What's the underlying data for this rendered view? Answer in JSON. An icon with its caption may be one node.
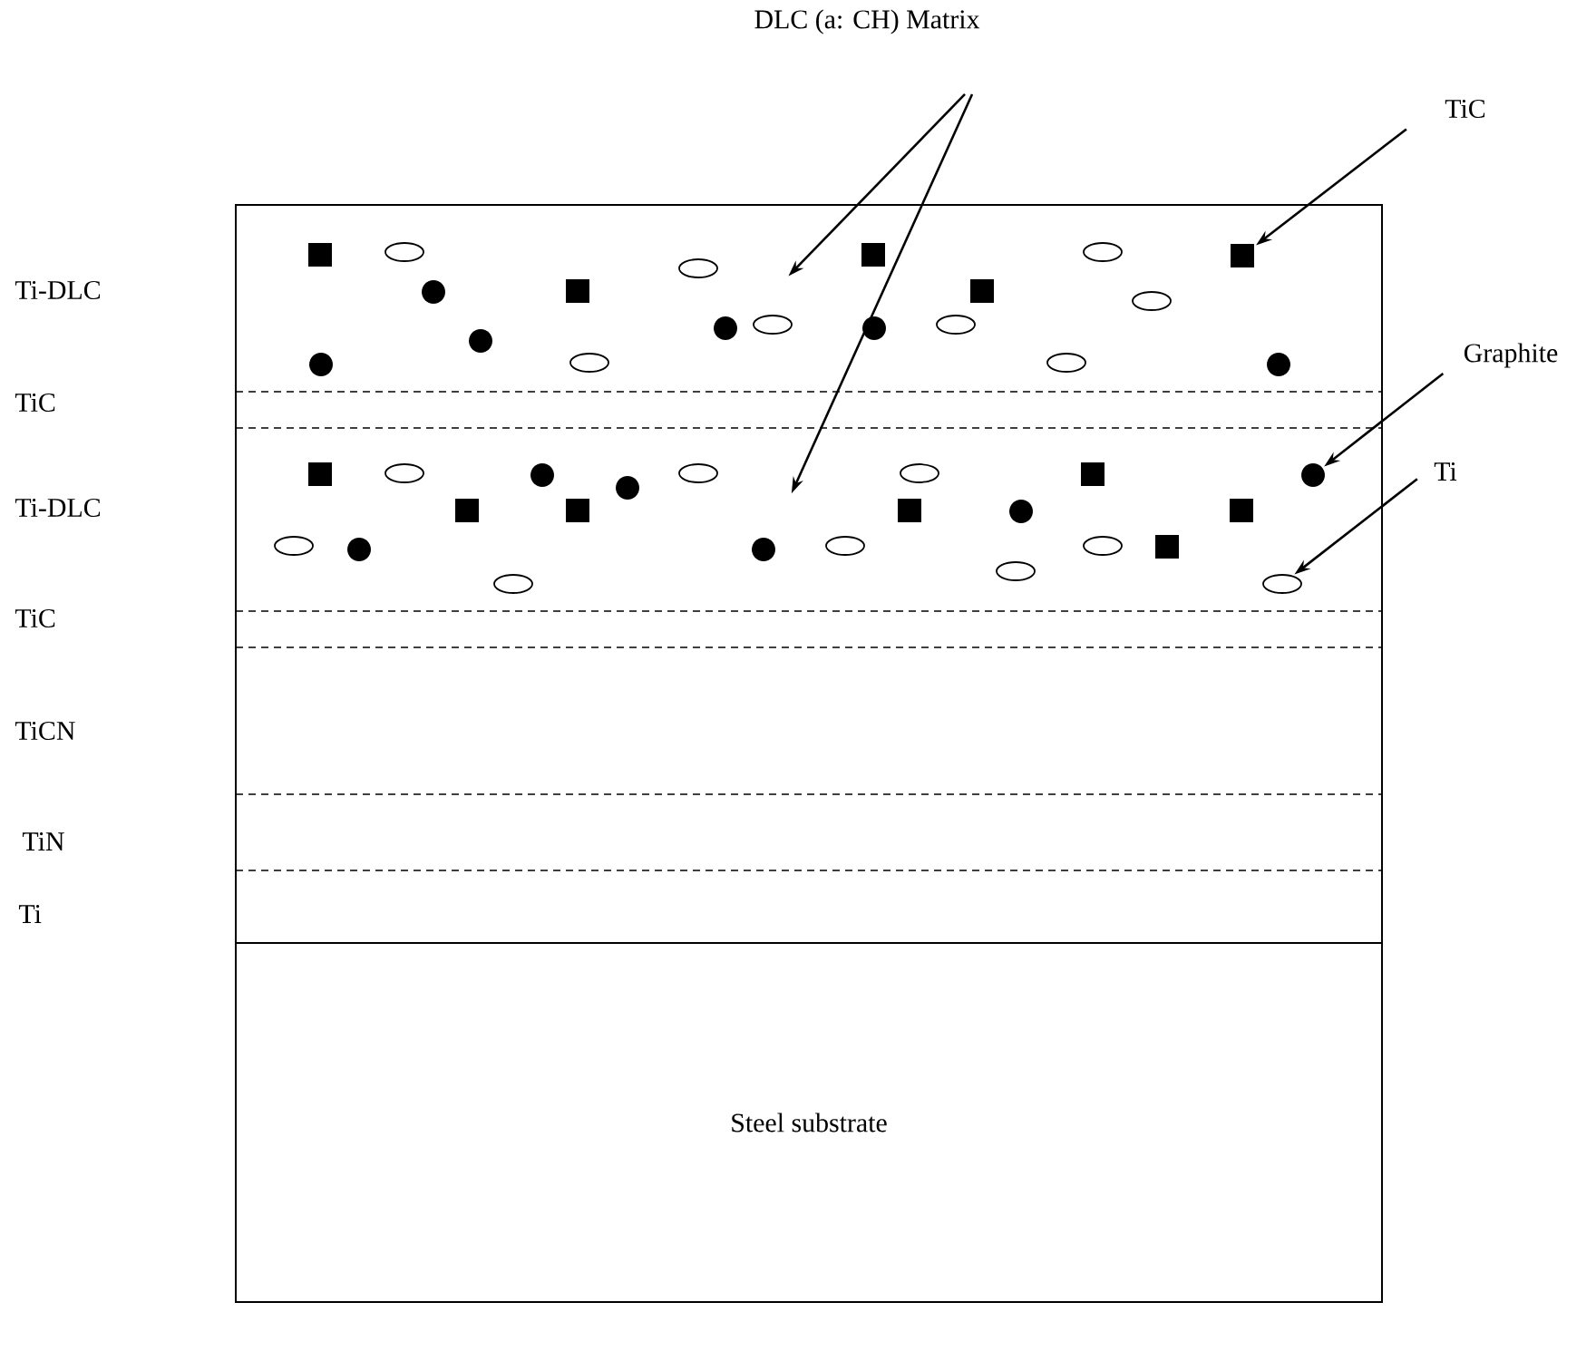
{
  "diagram": {
    "nodes": [
      {
        "text": [
          "DLC (a: CH) Matrix"
        ]
      },
      {
        "text": [
          "TiC"
        ]
      },
      {
        "text": [],
        "shape": "box"
      },
      {
        "text": [
          "Graphite"
        ]
      },
      {
        "text": [],
        "shape": "circle"
      },
      {
        "text": [
          "Ti"
        ]
      },
      {
        "text": [],
        "shape": "ellipse"
      },
      {
        "text": [
          "Steel substrate"
        ]
      }
    ],
    "edges": [
      {
        "from": 0,
        "to": null,
        "arrow": "to"
      },
      {
        "from": 0,
        "to": null,
        "arrow": "to"
      },
      {
        "from": 1,
        "to": 2,
        "arrow": "to"
      },
      {
        "from": 3,
        "to": 4,
        "arrow": "to"
      },
      {
        "from": 5,
        "to": 6,
        "arrow": "to"
      }
    ],
    "labels": [
      "Ti-DLC",
      "TiC",
      "Ti-DLC",
      "TiC",
      "TiCN",
      "TiN",
      "Ti"
    ]
  }
}
